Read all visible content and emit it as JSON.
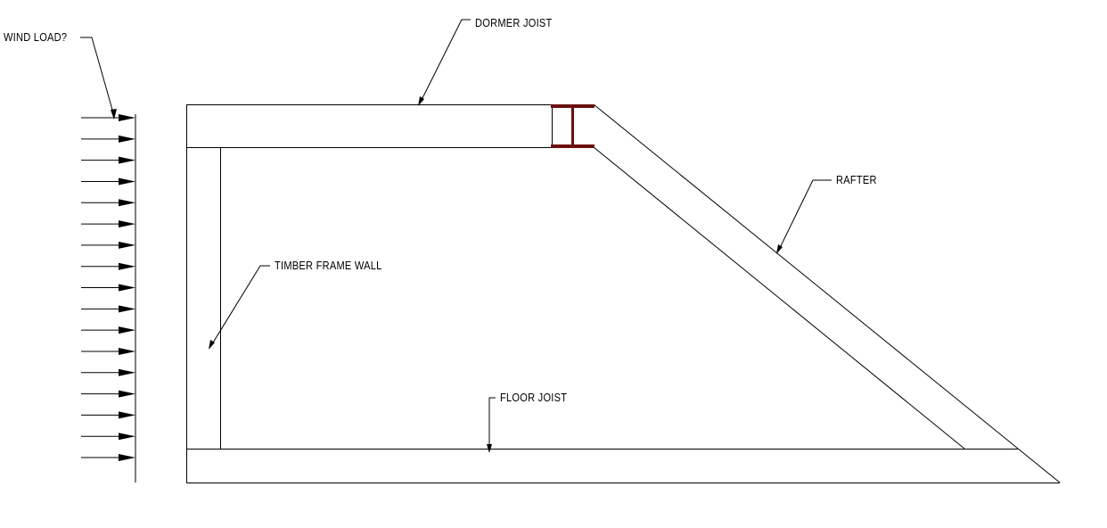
{
  "labels": {
    "wind_load": "WIND LOAD?",
    "dormer_joist": "DORMER JOIST",
    "rafter": "RAFTER",
    "timber_frame_wall": "TIMBER FRAME WALL",
    "floor_joist": "FLOOR JOIST"
  },
  "wind_arrow_count": 17,
  "colors": {
    "steel_beam": "#6b0f0f",
    "line": "#000000"
  }
}
